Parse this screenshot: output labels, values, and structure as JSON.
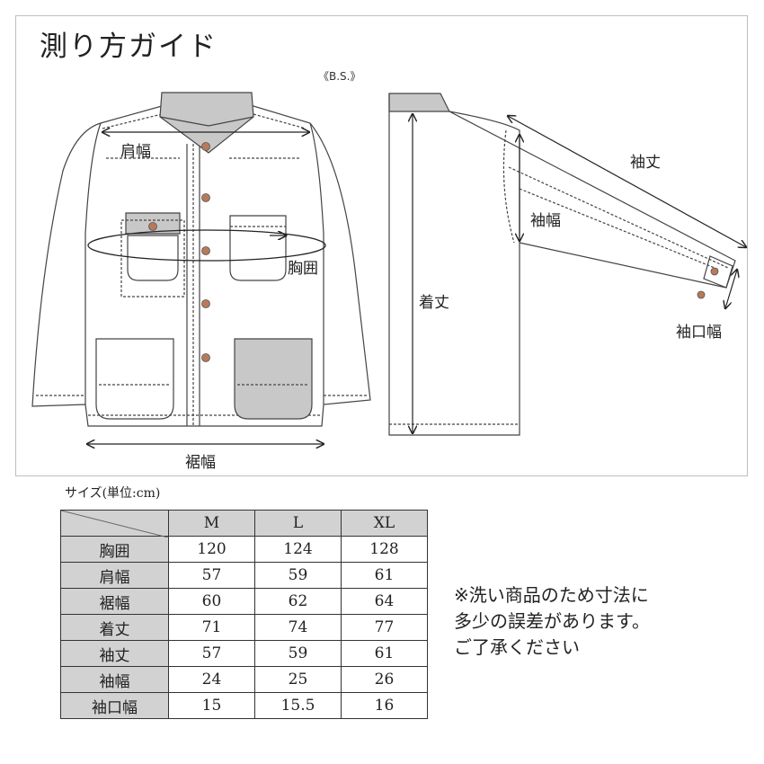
{
  "title": "測り方ガイド",
  "brand": "《B.S.》",
  "labels": {
    "shoulder": "肩幅",
    "chest": "胸囲",
    "hem": "裾幅",
    "length": "着丈",
    "sleeve_length": "袖丈",
    "sleeve_width": "袖幅",
    "cuff_width": "袖口幅"
  },
  "size_caption": "サイズ(単位:cm)",
  "table": {
    "columns": [
      "M",
      "L",
      "XL"
    ],
    "rows": [
      {
        "name": "胸囲",
        "values": [
          "120",
          "124",
          "128"
        ]
      },
      {
        "name": "肩幅",
        "values": [
          "57",
          "59",
          "61"
        ]
      },
      {
        "name": "裾幅",
        "values": [
          "60",
          "62",
          "64"
        ]
      },
      {
        "name": "着丈",
        "values": [
          "71",
          "74",
          "77"
        ]
      },
      {
        "name": "袖丈",
        "values": [
          "57",
          "59",
          "61"
        ]
      },
      {
        "name": "袖幅",
        "values": [
          "24",
          "25",
          "26"
        ]
      },
      {
        "name": "袖口幅",
        "values": [
          "15",
          "15.5",
          "16"
        ]
      }
    ]
  },
  "note": {
    "line1": "※洗い商品のため寸法に",
    "line2": "多少の誤差があります。",
    "line3": "ご了承ください"
  },
  "colors": {
    "gray_fill": "#c8c8c8",
    "button": "#b87a5a",
    "header_bg": "#d2d2d2"
  }
}
